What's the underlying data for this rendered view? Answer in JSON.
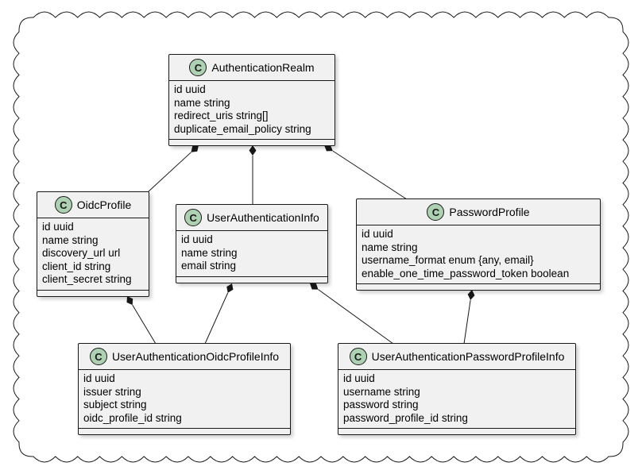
{
  "diagram": {
    "classes": {
      "authentication_realm": {
        "name": "AuthenticationRealm",
        "badge": "C",
        "attributes": [
          "id uuid",
          "name string",
          "redirect_uris string[]",
          "duplicate_email_policy string"
        ]
      },
      "oidc_profile": {
        "name": "OidcProfile",
        "badge": "C",
        "attributes": [
          "id uuid",
          "name string",
          "discovery_url url",
          "client_id string",
          "client_secret string"
        ]
      },
      "user_authentication_info": {
        "name": "UserAuthenticationInfo",
        "badge": "C",
        "attributes": [
          "id uuid",
          "name string",
          "email string"
        ]
      },
      "password_profile": {
        "name": "PasswordProfile",
        "badge": "C",
        "attributes": [
          "id uuid",
          "name string",
          "username_format enum {any, email}",
          "enable_one_time_password_token boolean"
        ]
      },
      "user_authentication_oidc_profile_info": {
        "name": "UserAuthenticationOidcProfileInfo",
        "badge": "C",
        "attributes": [
          "id uuid",
          "issuer string",
          "subject string",
          "oidc_profile_id string"
        ]
      },
      "user_authentication_password_profile_info": {
        "name": "UserAuthenticationPasswordProfileInfo",
        "badge": "C",
        "attributes": [
          "id uuid",
          "username string",
          "password string",
          "password_profile_id string"
        ]
      }
    },
    "relations": [
      {
        "from": "authentication_realm",
        "to": "oidc_profile",
        "type": "composition"
      },
      {
        "from": "authentication_realm",
        "to": "user_authentication_info",
        "type": "composition"
      },
      {
        "from": "authentication_realm",
        "to": "password_profile",
        "type": "composition"
      },
      {
        "from": "oidc_profile",
        "to": "user_authentication_oidc_profile_info",
        "type": "composition"
      },
      {
        "from": "user_authentication_info",
        "to": "user_authentication_oidc_profile_info",
        "type": "composition"
      },
      {
        "from": "user_authentication_info",
        "to": "user_authentication_password_profile_info",
        "type": "composition"
      },
      {
        "from": "password_profile",
        "to": "user_authentication_password_profile_info",
        "type": "composition"
      }
    ],
    "colors": {
      "class_fill": "#f1f1f1",
      "class_border": "#181818",
      "badge_fill": "#add1b2",
      "line": "#181818",
      "cloud_border": "#181818"
    }
  }
}
